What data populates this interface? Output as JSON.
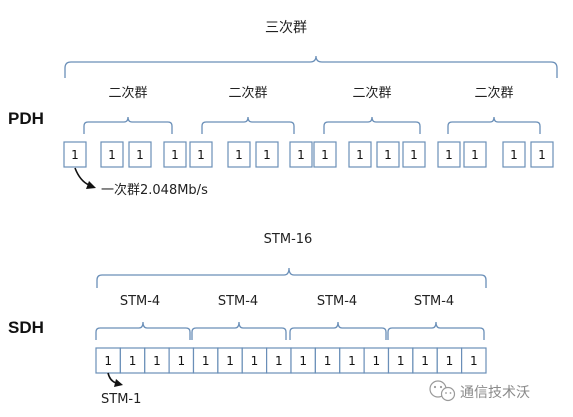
{
  "pdh": {
    "side_label": "PDH",
    "top_label": "三次群",
    "group_label": "二次群",
    "cell_value": "1",
    "tributary_label": "一次群2.048Mb/s"
  },
  "sdh": {
    "side_label": "SDH",
    "top_label": "STM-16",
    "group_label": "STM-4",
    "cell_value": "1",
    "tributary_label": "STM-1"
  },
  "watermark": {
    "text": "通信技术沃",
    "icon": "wechat-icon"
  },
  "colors": {
    "box_stroke": "#6a8fb8",
    "brace_stroke": "#6a8fb8",
    "text": "#222222"
  }
}
